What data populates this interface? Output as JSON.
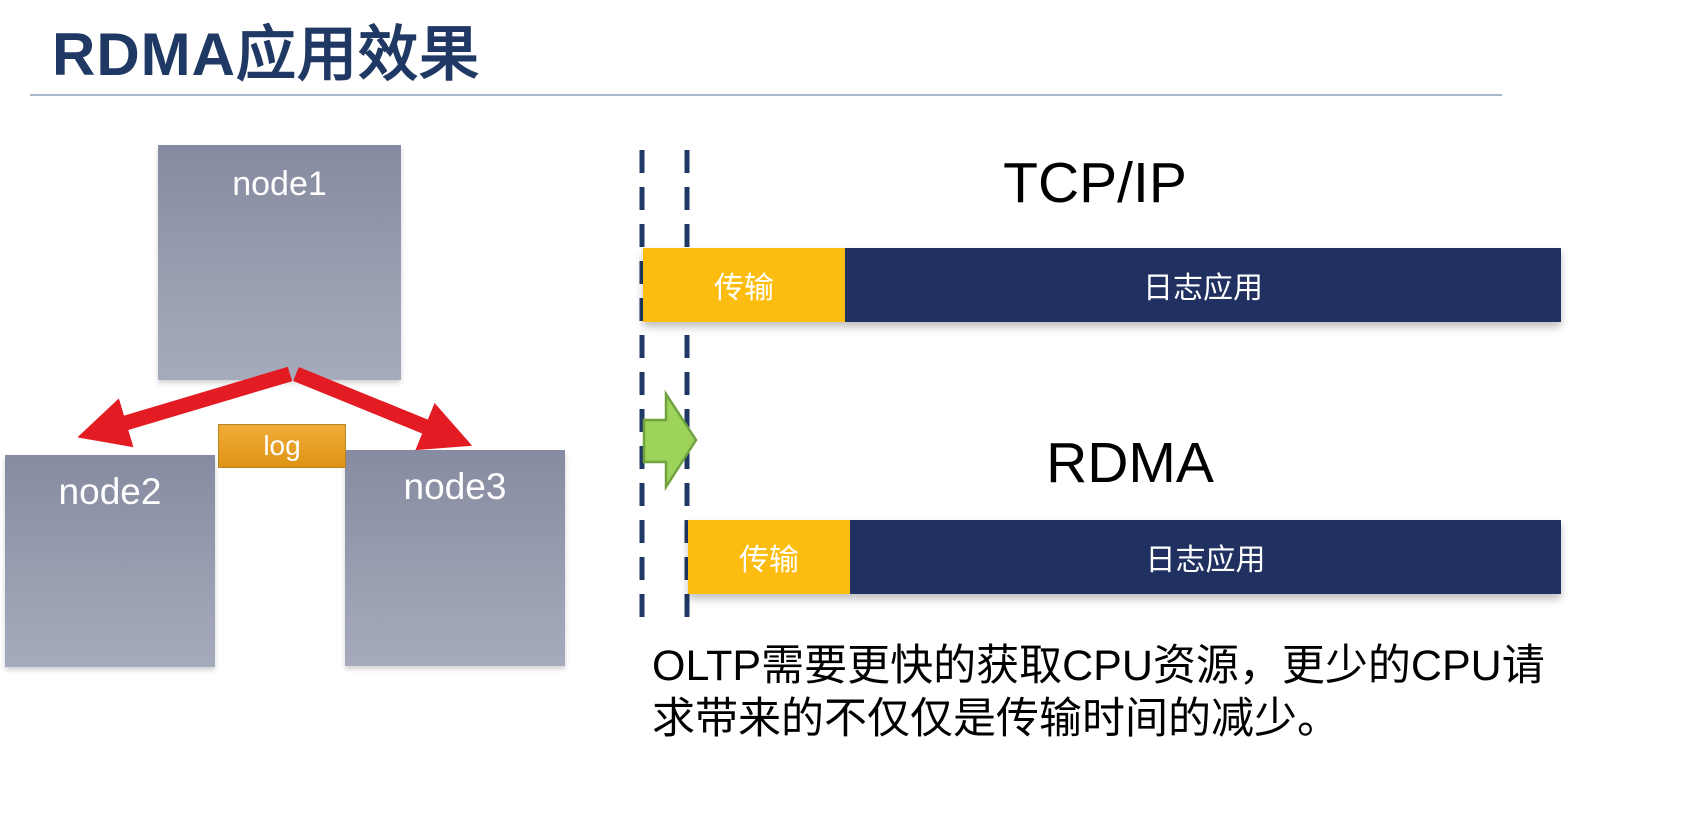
{
  "title": "RDMA应用效果",
  "cluster": {
    "node1": "node1",
    "node2": "node2",
    "node3": "node3",
    "log_label": "log"
  },
  "comparison": {
    "tcp": {
      "title": "TCP/IP",
      "transfer_label": "传输",
      "app_label": "日志应用"
    },
    "rdma": {
      "title": "RDMA",
      "transfer_label": "传输",
      "app_label": "日志应用"
    }
  },
  "caption": {
    "line1": "OLTP需要更快的获取CPU资源，更少的CPU请",
    "line2": "求带来的不仅仅是传输时间的减少。"
  },
  "colors": {
    "title_navy": "#203864",
    "bar_navy": "#1f3061",
    "bar_orange": "#fdbd10",
    "log_orange": "#e8a033",
    "node_gray": "#9198ab",
    "arrow_red": "#e31b23",
    "arrow_green": "#9dd35a",
    "guide_dash_navy": "#203864"
  }
}
